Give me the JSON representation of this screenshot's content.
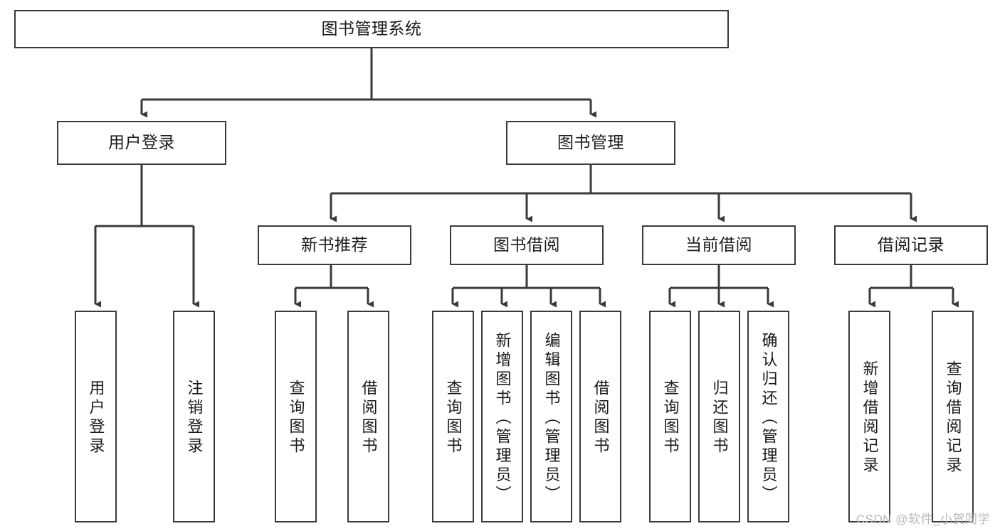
{
  "diagram": {
    "type": "tree-hierarchy",
    "title": "图书管理系统",
    "watermark": "CSDN @软件_小贺同学",
    "colors": {
      "box_border": "#3a3a3a",
      "box_fill": "#ffffff",
      "edge": "#3a3a3a",
      "text": "#1a1a1a",
      "watermark": "#b9b9b9",
      "background": "#ffffff"
    },
    "nodes": {
      "root": {
        "label": "图书管理系统",
        "level": 1
      },
      "user_login": {
        "label": "用户登录",
        "level": 2
      },
      "book_manage": {
        "label": "图书管理",
        "level": 2
      },
      "new_book_rec": {
        "label": "新书推荐",
        "level": 3
      },
      "book_borrow": {
        "label": "图书借阅",
        "level": 3
      },
      "current_borrow": {
        "label": "当前借阅",
        "level": 3
      },
      "borrow_record": {
        "label": "借阅记录",
        "level": 3
      },
      "leaf_user_login": {
        "label": "用户登录",
        "level": 4
      },
      "leaf_logout": {
        "label": "注销登录",
        "level": 4
      },
      "leaf_query_book_1": {
        "label": "查询图书",
        "level": 4
      },
      "leaf_borrow_book_1": {
        "label": "借阅图书",
        "level": 4
      },
      "leaf_query_book_2": {
        "label": "查询图书",
        "level": 4
      },
      "leaf_add_book": {
        "label": "新增图书（管理员）",
        "level": 4
      },
      "leaf_edit_book": {
        "label": "编辑图书（管理员）",
        "level": 4
      },
      "leaf_borrow_book_2": {
        "label": "借阅图书",
        "level": 4
      },
      "leaf_query_book_3": {
        "label": "查询图书",
        "level": 4
      },
      "leaf_return_book": {
        "label": "归还图书",
        "level": 4
      },
      "leaf_confirm_return": {
        "label": "确认归还（管理员）",
        "level": 4
      },
      "leaf_add_record": {
        "label": "新增借阅记录",
        "level": 4
      },
      "leaf_query_record": {
        "label": "查询借阅记录",
        "level": 4
      }
    },
    "edges": [
      {
        "from": "root",
        "to": "user_login"
      },
      {
        "from": "root",
        "to": "book_manage"
      },
      {
        "from": "user_login",
        "to": "leaf_user_login"
      },
      {
        "from": "user_login",
        "to": "leaf_logout"
      },
      {
        "from": "book_manage",
        "to": "new_book_rec"
      },
      {
        "from": "book_manage",
        "to": "book_borrow"
      },
      {
        "from": "book_manage",
        "to": "current_borrow"
      },
      {
        "from": "book_manage",
        "to": "borrow_record"
      },
      {
        "from": "new_book_rec",
        "to": "leaf_query_book_1"
      },
      {
        "from": "new_book_rec",
        "to": "leaf_borrow_book_1"
      },
      {
        "from": "book_borrow",
        "to": "leaf_query_book_2"
      },
      {
        "from": "book_borrow",
        "to": "leaf_add_book"
      },
      {
        "from": "book_borrow",
        "to": "leaf_edit_book"
      },
      {
        "from": "book_borrow",
        "to": "leaf_borrow_book_2"
      },
      {
        "from": "current_borrow",
        "to": "leaf_query_book_3"
      },
      {
        "from": "current_borrow",
        "to": "leaf_return_book"
      },
      {
        "from": "current_borrow",
        "to": "leaf_confirm_return"
      },
      {
        "from": "borrow_record",
        "to": "leaf_add_record"
      },
      {
        "from": "borrow_record",
        "to": "leaf_query_record"
      }
    ]
  }
}
